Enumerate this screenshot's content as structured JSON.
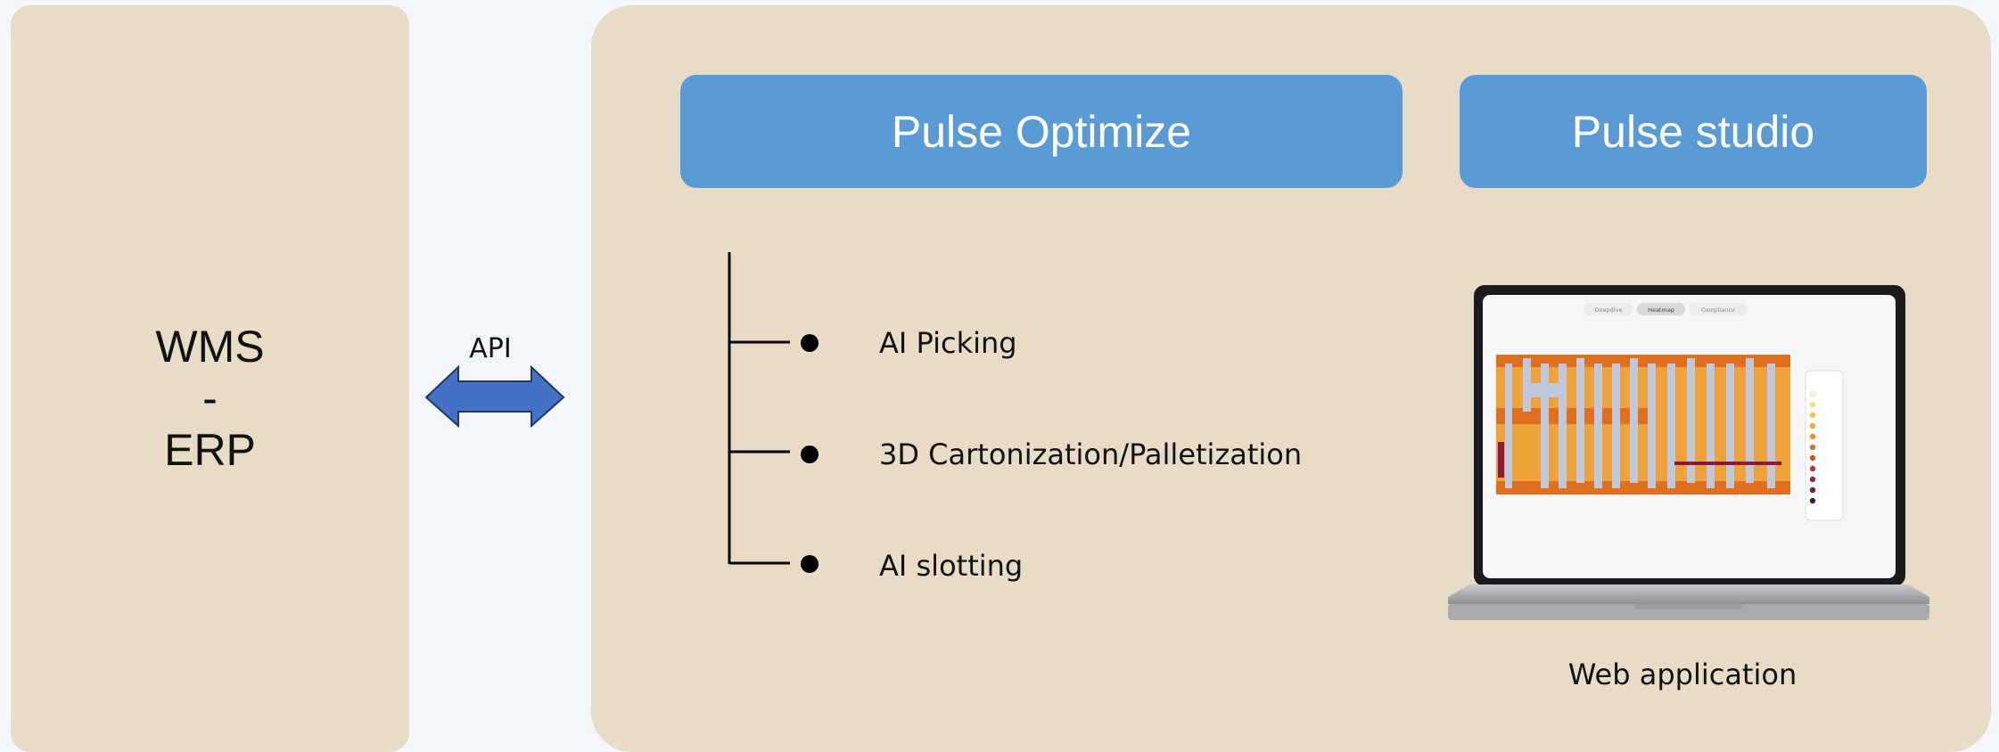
{
  "left_panel": {
    "lines": [
      "WMS",
      "-",
      "ERP"
    ]
  },
  "connector": {
    "label": "API"
  },
  "headers": {
    "optimize": "Pulse Optimize",
    "studio": "Pulse studio"
  },
  "features": [
    "AI Picking",
    "3D Cartonization/Palletization",
    "AI slotting"
  ],
  "screen_tabs": [
    "Deepdive",
    "Heatmap",
    "Compliance"
  ],
  "laptop_caption": "Web application",
  "colors": {
    "page_background": "#f3f6fa",
    "panel": "#e8dcc6",
    "header_box": "#5b9bd5",
    "arrow": "#4472c4"
  }
}
